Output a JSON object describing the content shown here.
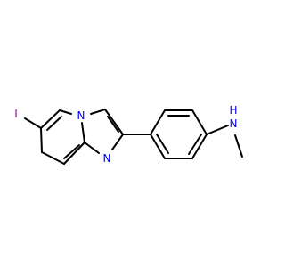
{
  "molecule": {
    "atoms": {
      "iodine": {
        "symbol": "I",
        "color": "#a000a0"
      },
      "ring_nitrogen": {
        "symbol": "N",
        "color": "#0000ff"
      },
      "imine_nitrogen": {
        "symbol": "N",
        "color": "#0000ff"
      },
      "amine_nitrogen": {
        "symbol": "N",
        "color": "#0000ff"
      },
      "amine_hydrogen": {
        "symbol": "H",
        "color": "#0000ff"
      }
    },
    "bond_color": "#000000"
  }
}
